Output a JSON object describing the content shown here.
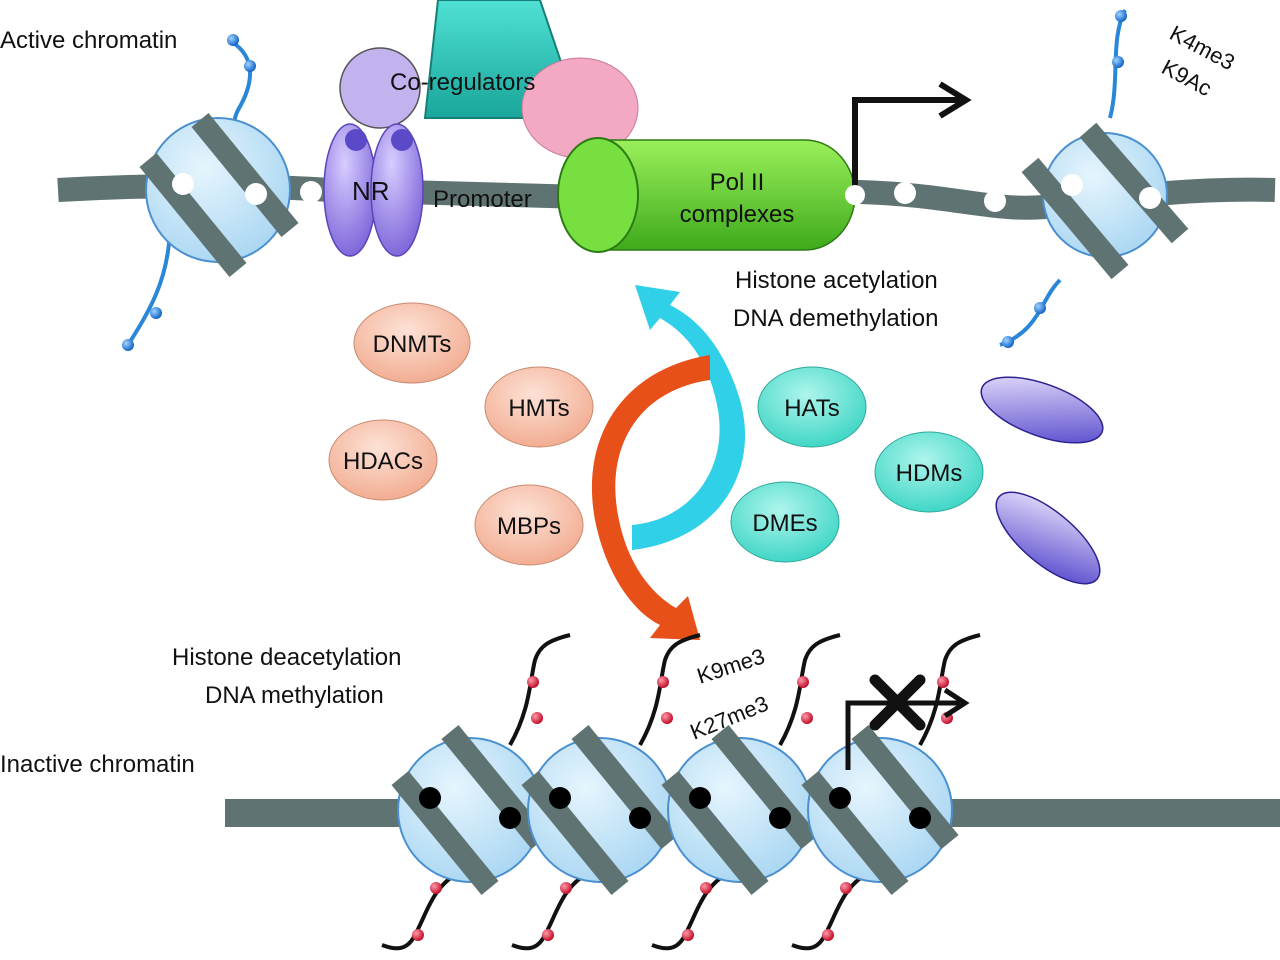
{
  "labels": {
    "active_chromatin": "Active chromatin",
    "inactive_chromatin": "Inactive chromatin",
    "co_regulators": "Co-regulators",
    "nr": "NR",
    "promoter": "Promoter",
    "pol2_line1": "Pol II",
    "pol2_line2": "complexes",
    "active_marks_1": "K4me3",
    "active_marks_2": "K9Ac",
    "activation_1": "Histone acetylation",
    "activation_2": "DNA demethylation",
    "repression_1": "Histone deacetylation",
    "repression_2": "DNA methylation",
    "repressive_marks_1": "K9me3",
    "repressive_marks_2": "K27me3"
  },
  "repressor_enzymes": [
    "DNMTs",
    "HMTs",
    "HDACs",
    "MBPs"
  ],
  "activator_enzymes": [
    "HATs",
    "HDMs",
    "DMEs"
  ],
  "colors": {
    "dna": "#5f7472",
    "nucleosome": "#bfe2f6",
    "nucleosome_edge": "#4a90d0",
    "active_tail": "#2a86d6",
    "inactive_tail": "#111111",
    "red_mark": "#d6183a",
    "peach": "#f7c3ab",
    "teal": "#5fe0d2",
    "cyan_arrow": "#2fd0e8",
    "orange_arrow": "#e8501a",
    "green": "#6ad43a",
    "purple": "#8e7ce0",
    "pink": "#f3a8c3",
    "trap": "#2fc4b8"
  }
}
